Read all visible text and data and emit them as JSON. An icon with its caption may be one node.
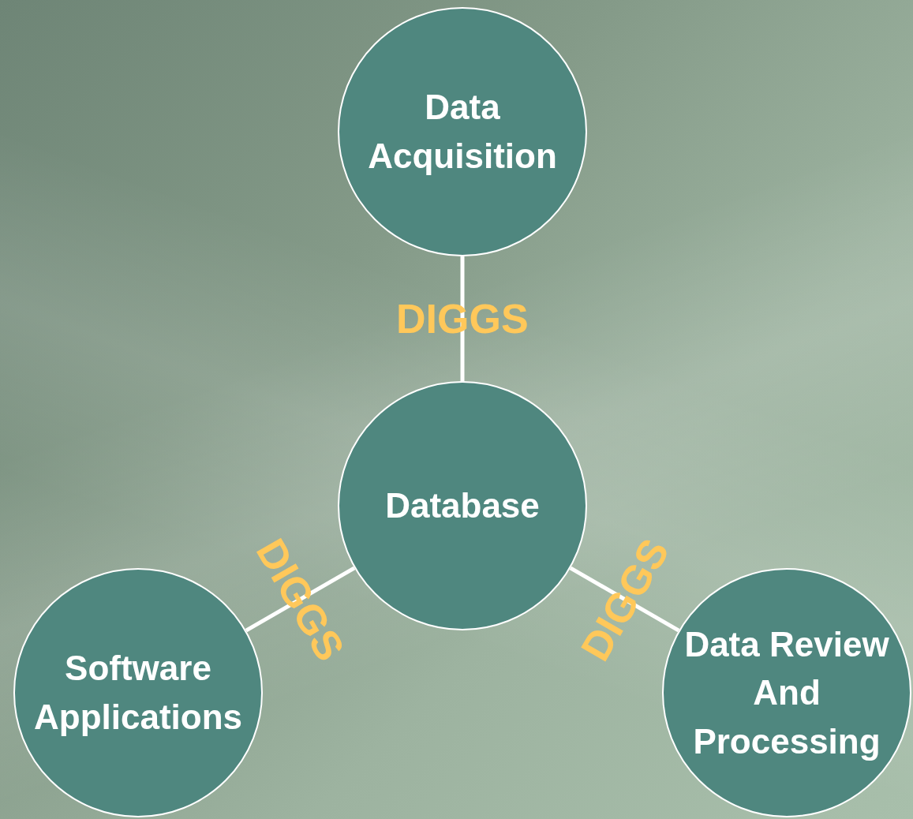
{
  "diagram": {
    "nodes": [
      {
        "text": [
          "Data Acquisition"
        ]
      },
      {
        "text": [
          "Database"
        ]
      },
      {
        "text": [
          "Software Applications"
        ]
      },
      {
        "text": [
          "Data Review And Processing"
        ]
      }
    ],
    "edges": [
      {
        "from": 0,
        "to": 1,
        "arrow": "none",
        "label": "DIGGS"
      },
      {
        "from": 1,
        "to": 2,
        "arrow": "none",
        "label": "DIGGS"
      },
      {
        "from": 1,
        "to": 3,
        "arrow": "none",
        "label": "DIGGS"
      }
    ]
  }
}
